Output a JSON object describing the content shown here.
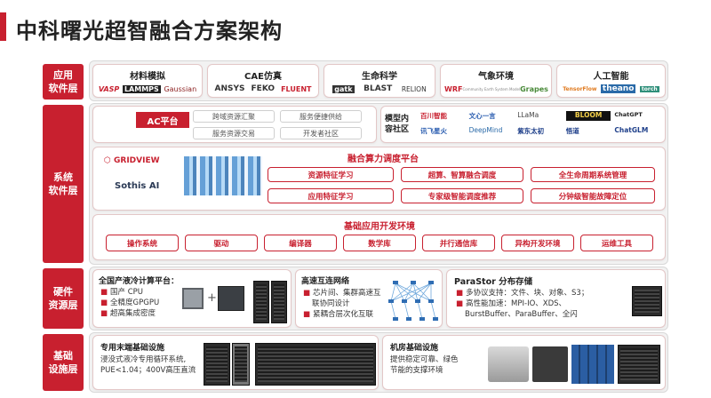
{
  "page": {
    "title": "中科曙光超智融合方案架构"
  },
  "layers": {
    "app": "应用\n软件层",
    "system": "系统\n软件层",
    "hardware": "硬件\n资源层",
    "infra": "基础\n设施层"
  },
  "apps": [
    {
      "title": "材料模拟",
      "logos": [
        "VASP",
        "LAMMPS",
        "Gaussian"
      ]
    },
    {
      "title": "CAE仿真",
      "logos": [
        "ANSYS",
        "FEKO",
        "FLUENT"
      ]
    },
    {
      "title": "生命科学",
      "logos": [
        "gatk",
        "BLAST",
        "RELION"
      ]
    },
    {
      "title": "气象环境",
      "logos": [
        "WRF",
        "Community Earth System Model",
        "Grapes"
      ]
    },
    {
      "title": "人工智能",
      "logos": [
        "TensorFlow",
        "theano",
        "torch"
      ]
    }
  ],
  "ac_platform": {
    "label": "AC平台",
    "items": [
      "跨域资源汇聚",
      "服务便捷供给",
      "服务资源交易",
      "开发者社区"
    ]
  },
  "model_community": {
    "label": "模型内\n容社区",
    "logos": [
      "百川智能",
      "文心一言",
      "LLaMa",
      "BLOOM",
      "ChatGPT",
      "讯飞星火",
      "DeepMind",
      "紫东太初",
      "悟道",
      "ChatGLM"
    ]
  },
  "gridview": {
    "brand": "GRIDVIEW",
    "sub": "Sothis AI"
  },
  "fusion": {
    "title": "融合算力调度平台",
    "items": [
      "资源特征学习",
      "超算、智算融合调度",
      "全生命周期系统管理",
      "应用特征学习",
      "专家级智能调度推荐",
      "分钟级智能故障定位"
    ]
  },
  "base_env": {
    "title": "基础应用开发环境",
    "items": [
      "操作系统",
      "驱动",
      "编译器",
      "数学库",
      "并行通信库",
      "异构开发环境",
      "运维工具"
    ]
  },
  "liquid": {
    "title": "全国产液冷计算平台：",
    "bullets": [
      "国产 CPU",
      "全精度GPGPU",
      "超高集成密度"
    ]
  },
  "network": {
    "title": "高速互连网络",
    "bullets": [
      "芯片间、集群高速互",
      "联协同设计",
      "紧耦合层次化互联"
    ]
  },
  "storage": {
    "title": "ParaStor 分布存储",
    "bullets": [
      "多协议支持：文件、块、对象、S3；",
      "高性能加速：MPI-IO、XDS、",
      "BurstBuffer、ParaBuffer、全闪"
    ]
  },
  "terminal": {
    "title": "专用末端基础设施",
    "lines": [
      "浸没式液冷专用循环系统,",
      "PUE<1.04；400V高压直流"
    ]
  },
  "machine_room": {
    "title": "机房基础设施",
    "lines": [
      "提供稳定可靠、绿色",
      "节能的支撑环境"
    ]
  },
  "colors": {
    "brand_red": "#c8202f",
    "panel_gray": "#f2f2f2"
  }
}
